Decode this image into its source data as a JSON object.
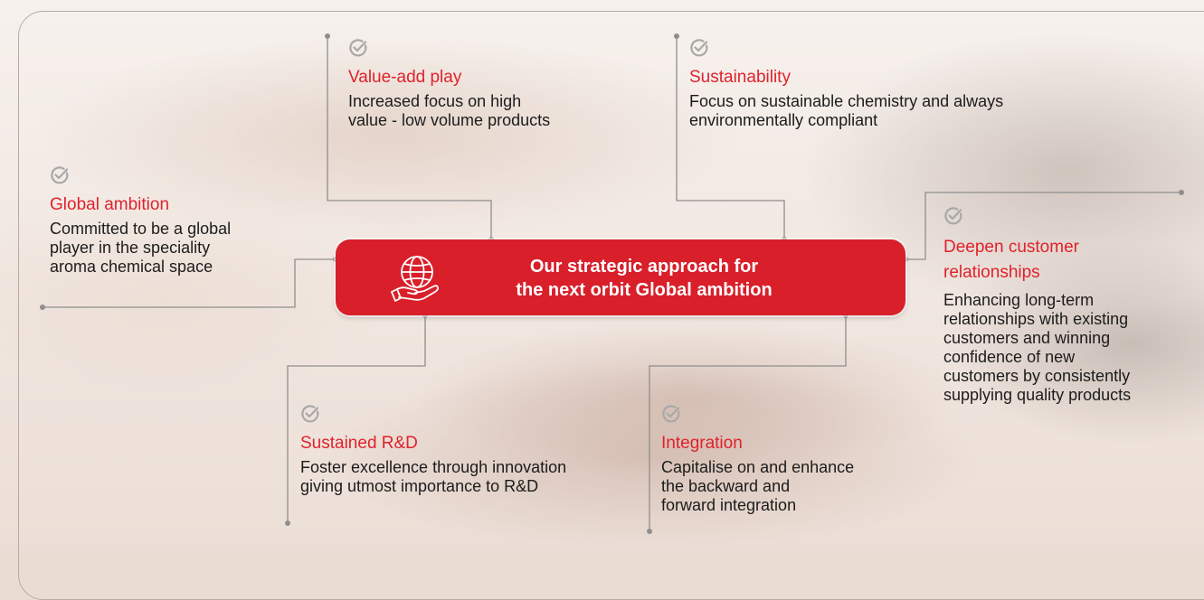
{
  "center": {
    "title_line1": "Our strategic approach for",
    "title_line2": "the next orbit Global ambition",
    "icon": "globe-in-hand-icon"
  },
  "pillars": {
    "value_add": {
      "title": "Value-add play",
      "desc_line1": "Increased focus on high",
      "desc_line2": "value - low volume products"
    },
    "sustainability": {
      "title": "Sustainability",
      "desc_line1": "Focus on sustainable chemistry and always",
      "desc_line2": "environmentally compliant"
    },
    "global_ambition": {
      "title": "Global ambition",
      "desc_line1": "Committed to be a global",
      "desc_line2": "player in the speciality",
      "desc_line3": "aroma chemical space"
    },
    "deepen_customer": {
      "title_line1": "Deepen customer",
      "title_line2": "relationships",
      "desc_line1": "Enhancing long-term",
      "desc_line2": "relationships with existing",
      "desc_line3": "customers and winning",
      "desc_line4": "confidence of new",
      "desc_line5": "customers by consistently",
      "desc_line6": "supplying quality products"
    },
    "sustained_rd": {
      "title": "Sustained R&D",
      "desc_line1": "Foster excellence through innovation",
      "desc_line2": "giving utmost importance to R&D"
    },
    "integration": {
      "title": "Integration",
      "desc_line1": "Capitalise on and enhance",
      "desc_line2": "the backward and",
      "desc_line3": "forward integration"
    }
  },
  "colors": {
    "accent_red": "#d81f2a",
    "title_red": "#e0222b",
    "connector_gray": "#8e8e8e",
    "check_gray": "#a8a8a8"
  },
  "icons": {
    "check": "check-circle-icon"
  }
}
